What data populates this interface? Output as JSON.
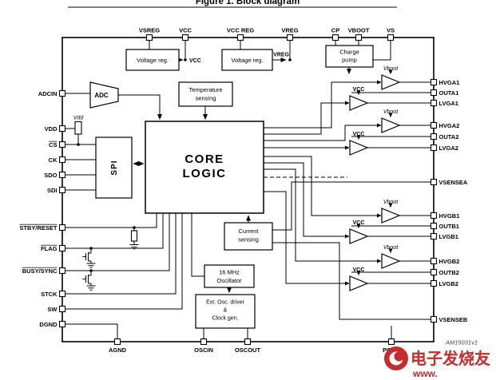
{
  "figure": {
    "title": "Figure 1. Block diagram",
    "reference": "AM15031v1"
  },
  "pins": {
    "top": [
      "VSREG",
      "VCC",
      "VCC REG",
      "VREG",
      "CP",
      "VBOOT",
      "VS"
    ],
    "left": [
      "ADCIN",
      "VDD",
      "CS",
      "CK",
      "SDO",
      "SDI",
      "STBY/RESET",
      "FLAG",
      "BUSY/SYNC",
      "STCK",
      "SW",
      "DGND"
    ],
    "right": [
      "HVGA1",
      "OUTA1",
      "LVGA1",
      "HVGA2",
      "OUTA2",
      "LVGA2",
      "VSENSEA",
      "HVGB1",
      "OUTB1",
      "LVGB1",
      "HVGB2",
      "OUTB2",
      "LVGB2",
      "VSENSEB"
    ],
    "bottom": [
      "AGND",
      "OSCIN",
      "OSCOUT",
      "PGND"
    ]
  },
  "blocks": {
    "voltage_reg_1": "Voltage reg.",
    "voltage_reg_2": "Voltage reg.",
    "charge_pump": {
      "line1": "Charge",
      "line2": "pump"
    },
    "temperature_sensing": {
      "line1": "Temperature",
      "line2": "sensing"
    },
    "adc": "ADC",
    "spi": "SPI",
    "core_logic": {
      "line1": "CORE",
      "line2": "LOGIC"
    },
    "current_sensing": {
      "line1": "Current",
      "line2": "sensing"
    },
    "oscillator": {
      "line1": "16 MHz",
      "line2": "Oscillator"
    },
    "ext_osc": {
      "line1": "Ext. Osc. driver",
      "line2": "&",
      "line3": "Clock gen."
    }
  },
  "rails": {
    "vcc": "VCC",
    "vreg": "VREG",
    "vboot": "Vboot",
    "vdd": "Vdd"
  },
  "watermark": {
    "brand": "电子发烧友",
    "prefix": "www.",
    "color": "#c92b2b"
  }
}
